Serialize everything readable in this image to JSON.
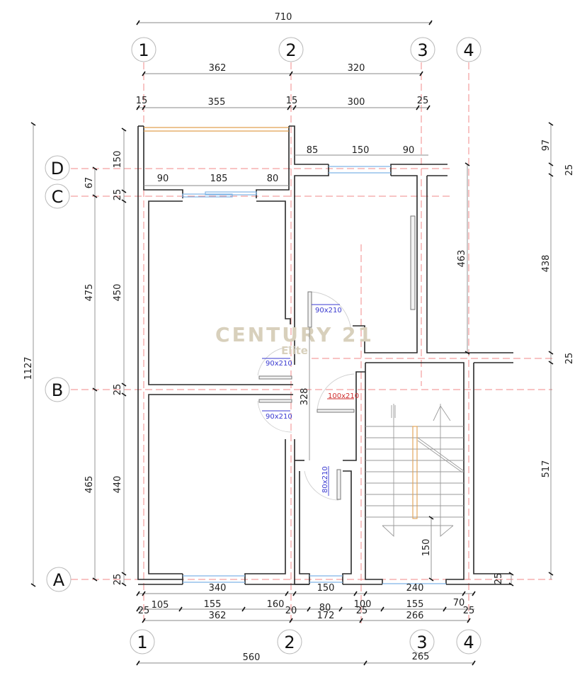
{
  "drawing": {
    "type": "architectural floor plan",
    "watermark": {
      "line1": "CENTURY 21",
      "line2": "Elite",
      "color": "#d8d0bc"
    },
    "colors": {
      "walls": "#2a2a2a",
      "axes": "#f08a8a",
      "windows": "#7fb4e6",
      "railing": "#e0a050",
      "door_label_blue": "#3a3ad0",
      "door_label_red": "#d03030"
    }
  },
  "grid": {
    "columns_top": [
      "1",
      "2",
      "3",
      "4"
    ],
    "columns_bottom": [
      "1",
      "2",
      "3",
      "4"
    ],
    "rows": [
      "D",
      "C",
      "B",
      "A"
    ]
  },
  "dimensions": {
    "top_overall": "710",
    "top_axes": [
      "362",
      "320"
    ],
    "top_walls": [
      "15",
      "355",
      "15",
      "300",
      "25"
    ],
    "balcony_openings": [
      "90",
      "185",
      "80"
    ],
    "kitchen_openings": [
      "85",
      "150",
      "90"
    ],
    "left_overall": "1127",
    "left_axes": [
      "67",
      "475",
      "465"
    ],
    "left_walls": [
      "150",
      "25",
      "450",
      "25",
      "440",
      "25"
    ],
    "right_outer": [
      "97",
      "25",
      "438",
      "25",
      "517",
      "25"
    ],
    "right_inner": "463",
    "corridor": "328",
    "stair_landing": "150",
    "bottom_row1": [
      "340",
      "150",
      "240"
    ],
    "bottom_row2": [
      "25",
      "105",
      "155",
      "160",
      "20",
      "80",
      "100",
      "25",
      "155",
      "70",
      "25"
    ],
    "bottom_row3": [
      "362",
      "172",
      "266"
    ],
    "bottom_overall": [
      "560",
      "265"
    ]
  },
  "doors": [
    {
      "label": "90x210",
      "color": "blue"
    },
    {
      "label": "90x210",
      "color": "blue"
    },
    {
      "label": "90x210",
      "color": "blue"
    },
    {
      "label": "100x210",
      "color": "red"
    },
    {
      "label": "80x210",
      "color": "blue"
    }
  ]
}
